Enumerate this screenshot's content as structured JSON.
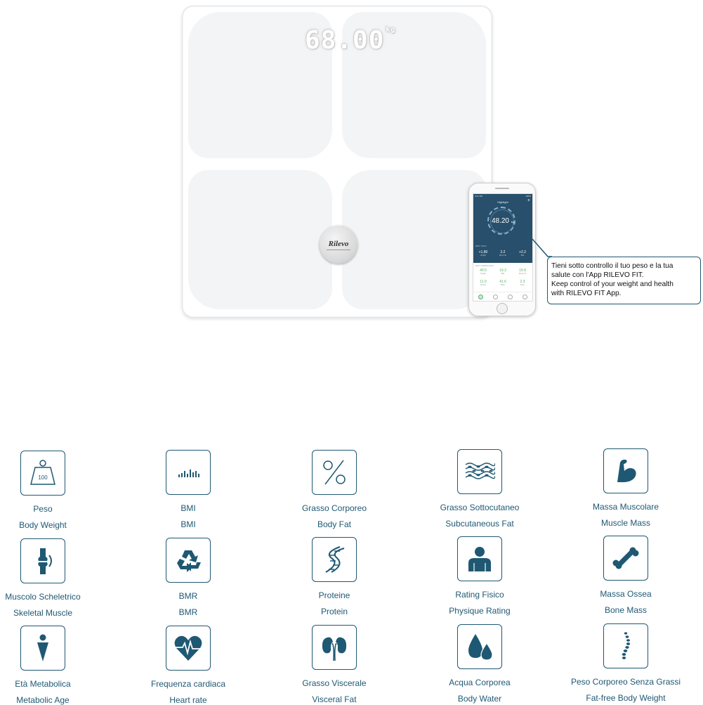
{
  "product": {
    "display_reading": "68.00",
    "display_unit": "kg",
    "brand": "Rilevo"
  },
  "app_screen": {
    "status_time": "9:41 AM",
    "status_battery": "100%",
    "title": "Highlight",
    "plus_label": "+",
    "weight_value": "48.20",
    "weight_unit": "kg",
    "section_a": "BODY STATS",
    "section_b": "BODY COMPOSITION",
    "top_stats": [
      {
        "value": "+1.80",
        "label": "Weight"
      },
      {
        "value": "2.2",
        "label": "Body Fat"
      },
      {
        "value": "+2.2",
        "label": "BMI"
      }
    ],
    "bottom_stats": [
      {
        "value": "49.5",
        "label": "Weight"
      },
      {
        "value": "19.3",
        "label": "BMI"
      },
      {
        "value": "19.8",
        "label": "Body Fat"
      }
    ],
    "bottom_stats_2": [
      {
        "value": "11.0",
        "label": "Muscle"
      },
      {
        "value": "41.6",
        "label": "Water"
      },
      {
        "value": "2.3",
        "label": "Bone"
      }
    ]
  },
  "callout": {
    "line1": "Tieni sotto controllo il tuo peso e la tua",
    "line2": "salute con l'App RILEVO FIT.",
    "line3": "Keep control of your weight and health",
    "line4": "with RILEVO FIT App."
  },
  "metrics": [
    {
      "icon": "weight-icon",
      "badge": "100",
      "it": "Peso",
      "en": "Body Weight"
    },
    {
      "icon": "bmi-icon",
      "it": "BMI",
      "en": "BMI"
    },
    {
      "icon": "percent-icon",
      "it": "Grasso Corporeo",
      "en": "Body Fat"
    },
    {
      "icon": "subcutaneous-fat-icon",
      "it": "Grasso Sottocutaneo",
      "en": "Subcutaneous Fat"
    },
    {
      "icon": "muscle-arm-icon",
      "it": "Massa Muscolare",
      "en": "Muscle Mass"
    },
    {
      "icon": "knee-joint-icon",
      "it": "Muscolo Scheletrico",
      "en": "Skeletal Muscle"
    },
    {
      "icon": "recycle-icon",
      "it": "BMR",
      "en": "BMR"
    },
    {
      "icon": "dna-icon",
      "it": "Proteine",
      "en": "Protein"
    },
    {
      "icon": "person-bust-icon",
      "it": "Rating Fisico",
      "en": "Physique Rating"
    },
    {
      "icon": "bone-icon",
      "it": "Massa Ossea",
      "en": "Bone Mass"
    },
    {
      "icon": "person-age-icon",
      "it": "Età Metabolica",
      "en": "Metabolic Age"
    },
    {
      "icon": "heart-rate-icon",
      "it": "Frequenza cardiaca",
      "en": "Heart rate"
    },
    {
      "icon": "visceral-organs-icon",
      "it": "Grasso Viscerale",
      "en": "Visceral Fat"
    },
    {
      "icon": "water-drops-icon",
      "it": "Acqua Corporea",
      "en": "Body Water"
    },
    {
      "icon": "spine-icon",
      "it": "Peso Corporeo Senza Grassi",
      "en": "Fat-free Body Weight"
    }
  ],
  "colors": {
    "accent": "#1f5873",
    "app_header": "#284f6c",
    "app_highlight": "#59b06a"
  }
}
